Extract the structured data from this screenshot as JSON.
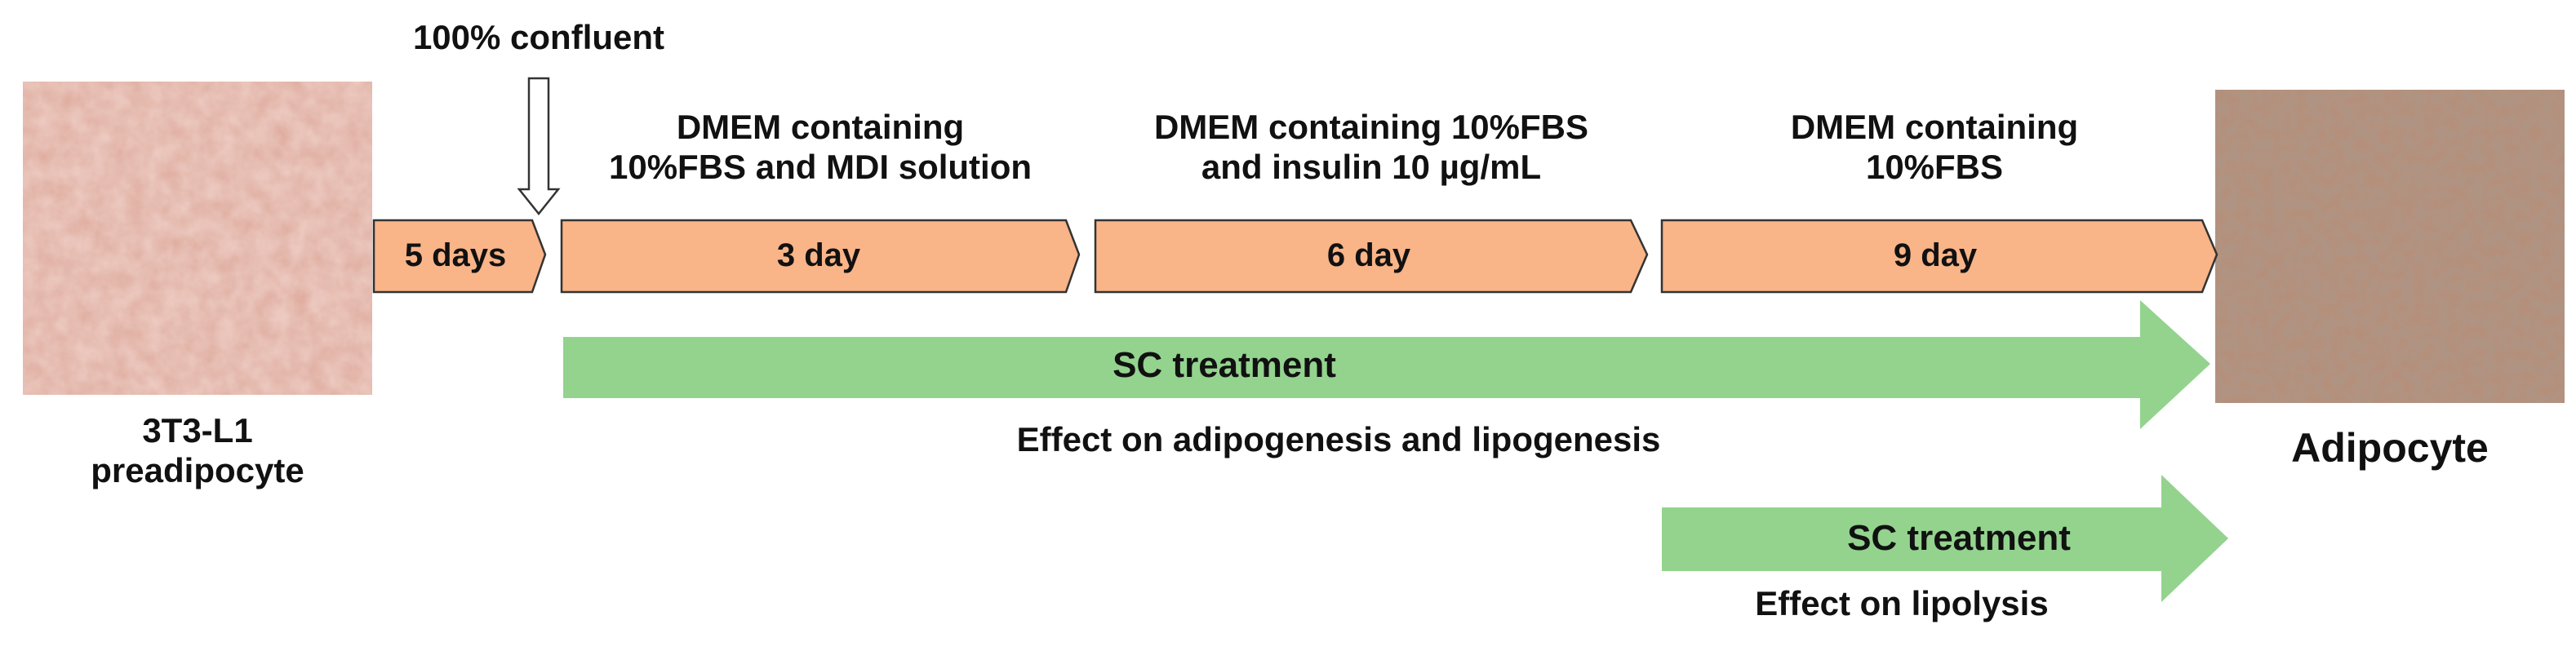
{
  "confluent_label": "100% confluent",
  "stages": [
    {
      "label": "5 days"
    },
    {
      "label": "3 day",
      "medium": [
        "DMEM containing",
        "10%FBS  and MDI solution"
      ]
    },
    {
      "label": "6 day",
      "medium": [
        "DMEM containing 10%FBS",
        "and insulin 10 µg/mL"
      ]
    },
    {
      "label": "9 day",
      "medium": [
        "DMEM containing",
        "10%FBS"
      ]
    }
  ],
  "treatments": [
    {
      "label": "SC treatment",
      "effect": "Effect on adipogenesis  and lipogenesis"
    },
    {
      "label": "SC treatment",
      "effect": "Effect on lipolysis"
    }
  ],
  "cells": {
    "start": [
      "3T3-L1",
      "preadipocyte"
    ],
    "end": "Adipocyte"
  },
  "colors": {
    "stage_fill": "#f9b488",
    "stage_stroke": "#333333",
    "treatment_fill": "#93d38e",
    "preadipocyte_tint": "#dca597",
    "adipocyte_tint": "#a9826c"
  }
}
